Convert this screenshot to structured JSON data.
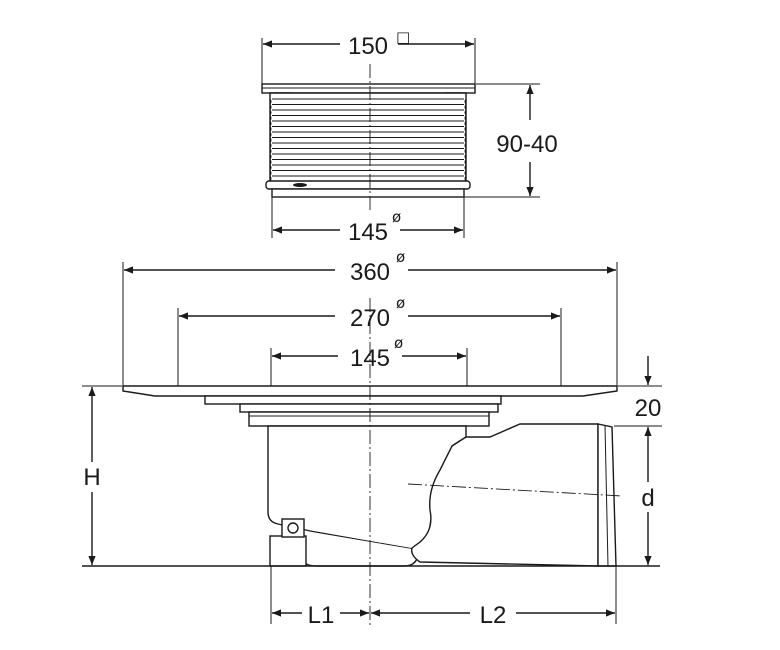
{
  "grate": {
    "width_label": "150",
    "width_symbol": "□",
    "height_label": "90-40",
    "body_diameter_label": "145",
    "body_diameter_symbol": "ø"
  },
  "body": {
    "flange_diameter_label": "360",
    "flange_diameter_symbol": "ø",
    "middle_diameter_label": "270",
    "middle_diameter_symbol": "ø",
    "inner_diameter_label": "145",
    "inner_diameter_symbol": "ø",
    "flange_thickness_label": "20",
    "height_label": "H",
    "outlet_diameter_label": "d",
    "offset_left_label": "L1",
    "offset_right_label": "L2"
  }
}
